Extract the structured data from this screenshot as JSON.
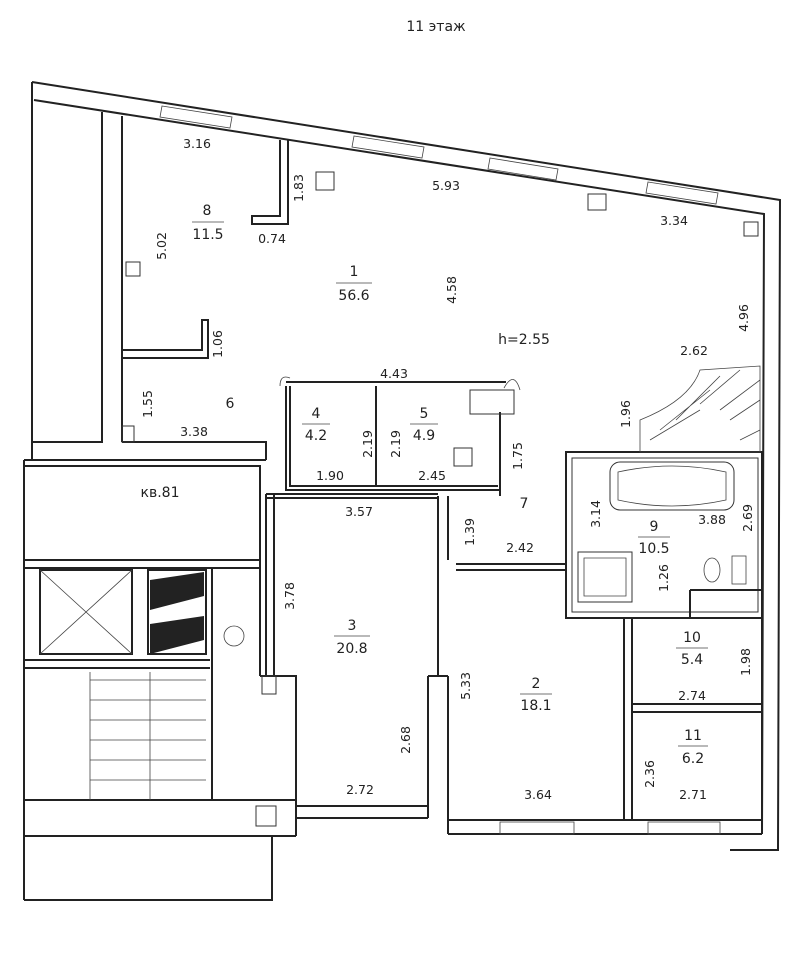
{
  "floor_title": "11 этаж",
  "apartment_label": "кв.81",
  "ceiling_height": "h=2.55",
  "rooms": [
    {
      "num": "1",
      "area": "56.6"
    },
    {
      "num": "2",
      "area": "18.1"
    },
    {
      "num": "3",
      "area": "20.8"
    },
    {
      "num": "4",
      "area": "4.2"
    },
    {
      "num": "5",
      "area": "4.9"
    },
    {
      "num": "6",
      "area": ""
    },
    {
      "num": "7",
      "area": ""
    },
    {
      "num": "8",
      "area": "11.5"
    },
    {
      "num": "9",
      "area": "10.5"
    },
    {
      "num": "10",
      "area": "5.4"
    },
    {
      "num": "11",
      "area": "6.2"
    }
  ],
  "dimensions": [
    "3.16",
    "1.83",
    "5.93",
    "3.34",
    "0.74",
    "5.02",
    "4.58",
    "4.96",
    "1.06",
    "2.62",
    "1.55",
    "4.43",
    "1.96",
    "3.38",
    "2.19",
    "2.19",
    "1.75",
    "1.90",
    "2.45",
    "3.14",
    "3.57",
    "3.88",
    "2.69",
    "1.39",
    "2.42",
    "1.26",
    "3.78",
    "1.98",
    "2.74",
    "5.33",
    "2.68",
    "2.36",
    "2.72",
    "3.64",
    "2.71"
  ]
}
